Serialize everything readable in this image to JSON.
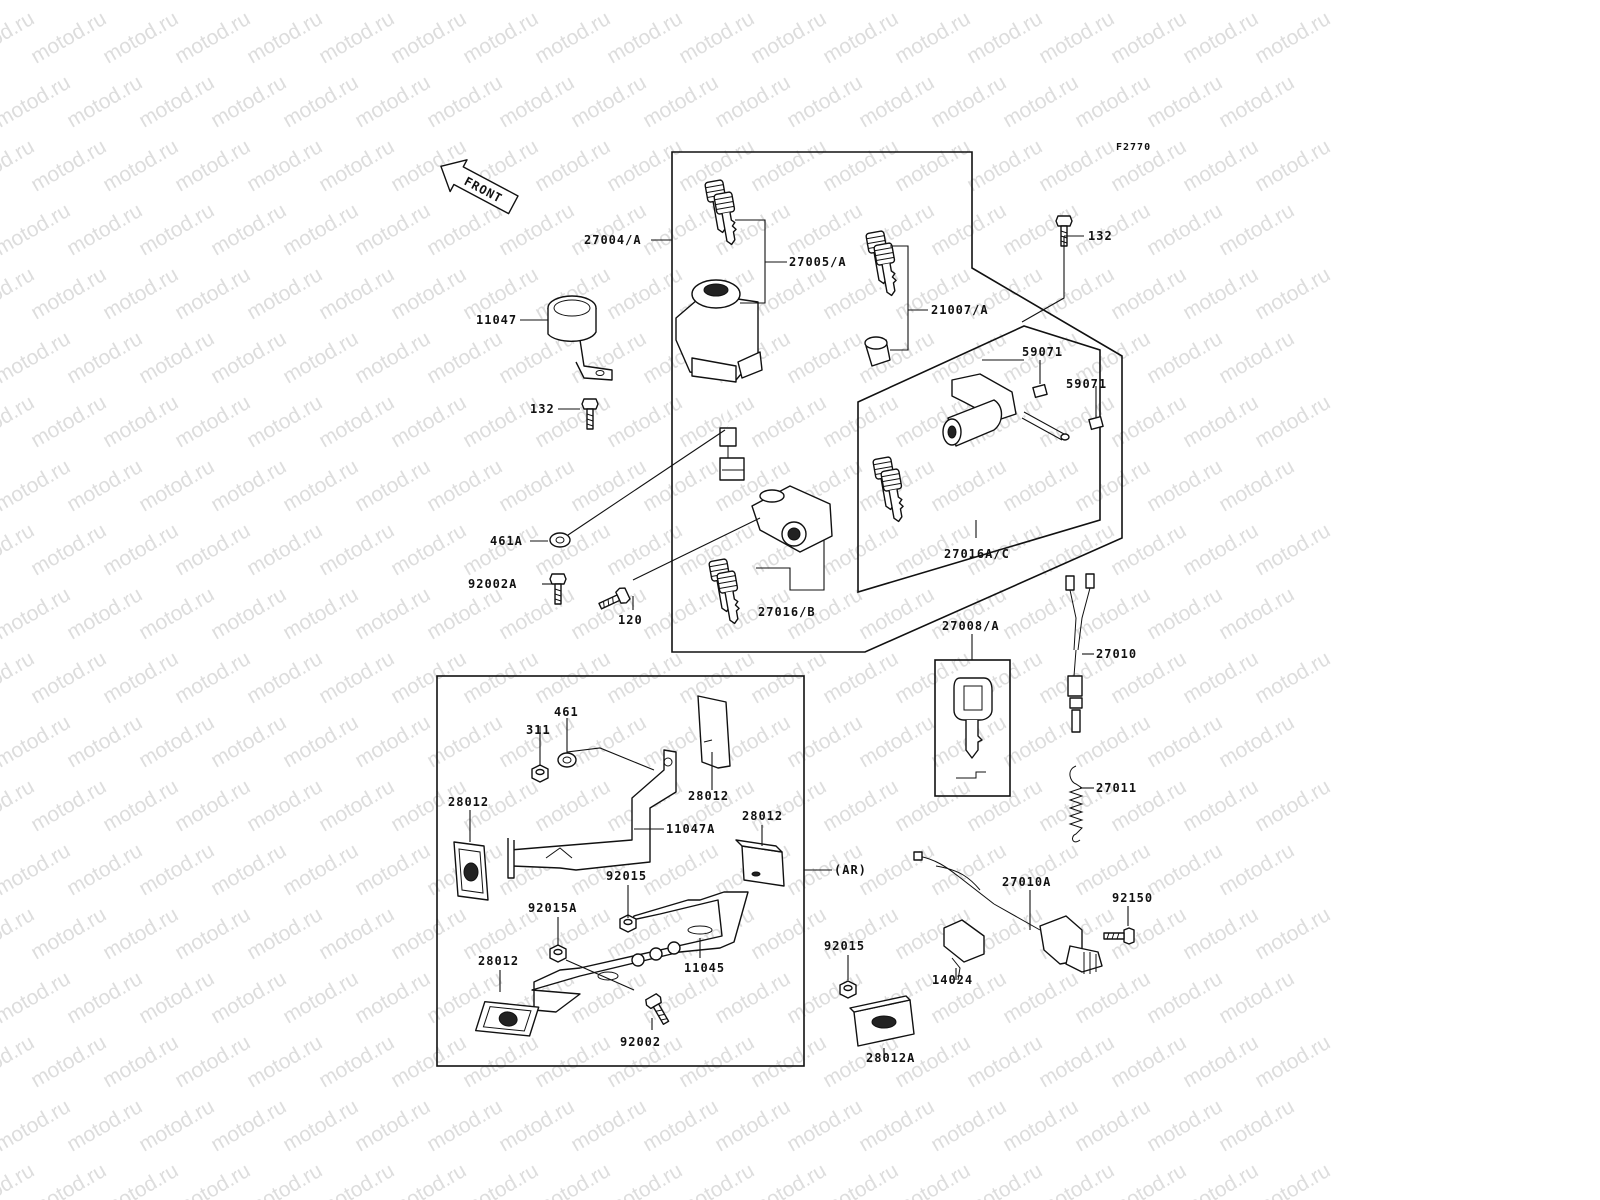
{
  "figure_code": "F2770",
  "watermark": "motod.ru",
  "direction_arrow": "FRONT",
  "labels": {
    "l_27004A": "27004/A",
    "l_27005A": "27005/A",
    "l_21007A": "21007/A",
    "l_132_top": "132",
    "l_11047": "11047",
    "l_132_left": "132",
    "l_59071_a": "59071",
    "l_59071_b": "59071",
    "l_461A": "461A",
    "l_92002A": "92002A",
    "l_120": "120",
    "l_27016B": "27016/B",
    "l_27016AC": "27016A/C",
    "l_27008A": "27008/A",
    "l_27010": "27010",
    "l_27011": "27011",
    "l_461": "461",
    "l_311": "311",
    "l_28012_a": "28012",
    "l_28012_b": "28012",
    "l_11047A": "11047A",
    "l_28012_c": "28012",
    "l_AR": "(AR)",
    "l_92015_a": "92015",
    "l_92015A": "92015A",
    "l_28012_d": "28012",
    "l_11045": "11045",
    "l_92002": "92002",
    "l_92015_b": "92015",
    "l_14024": "14024",
    "l_27010A": "27010A",
    "l_92150": "92150",
    "l_28012A": "28012A"
  }
}
